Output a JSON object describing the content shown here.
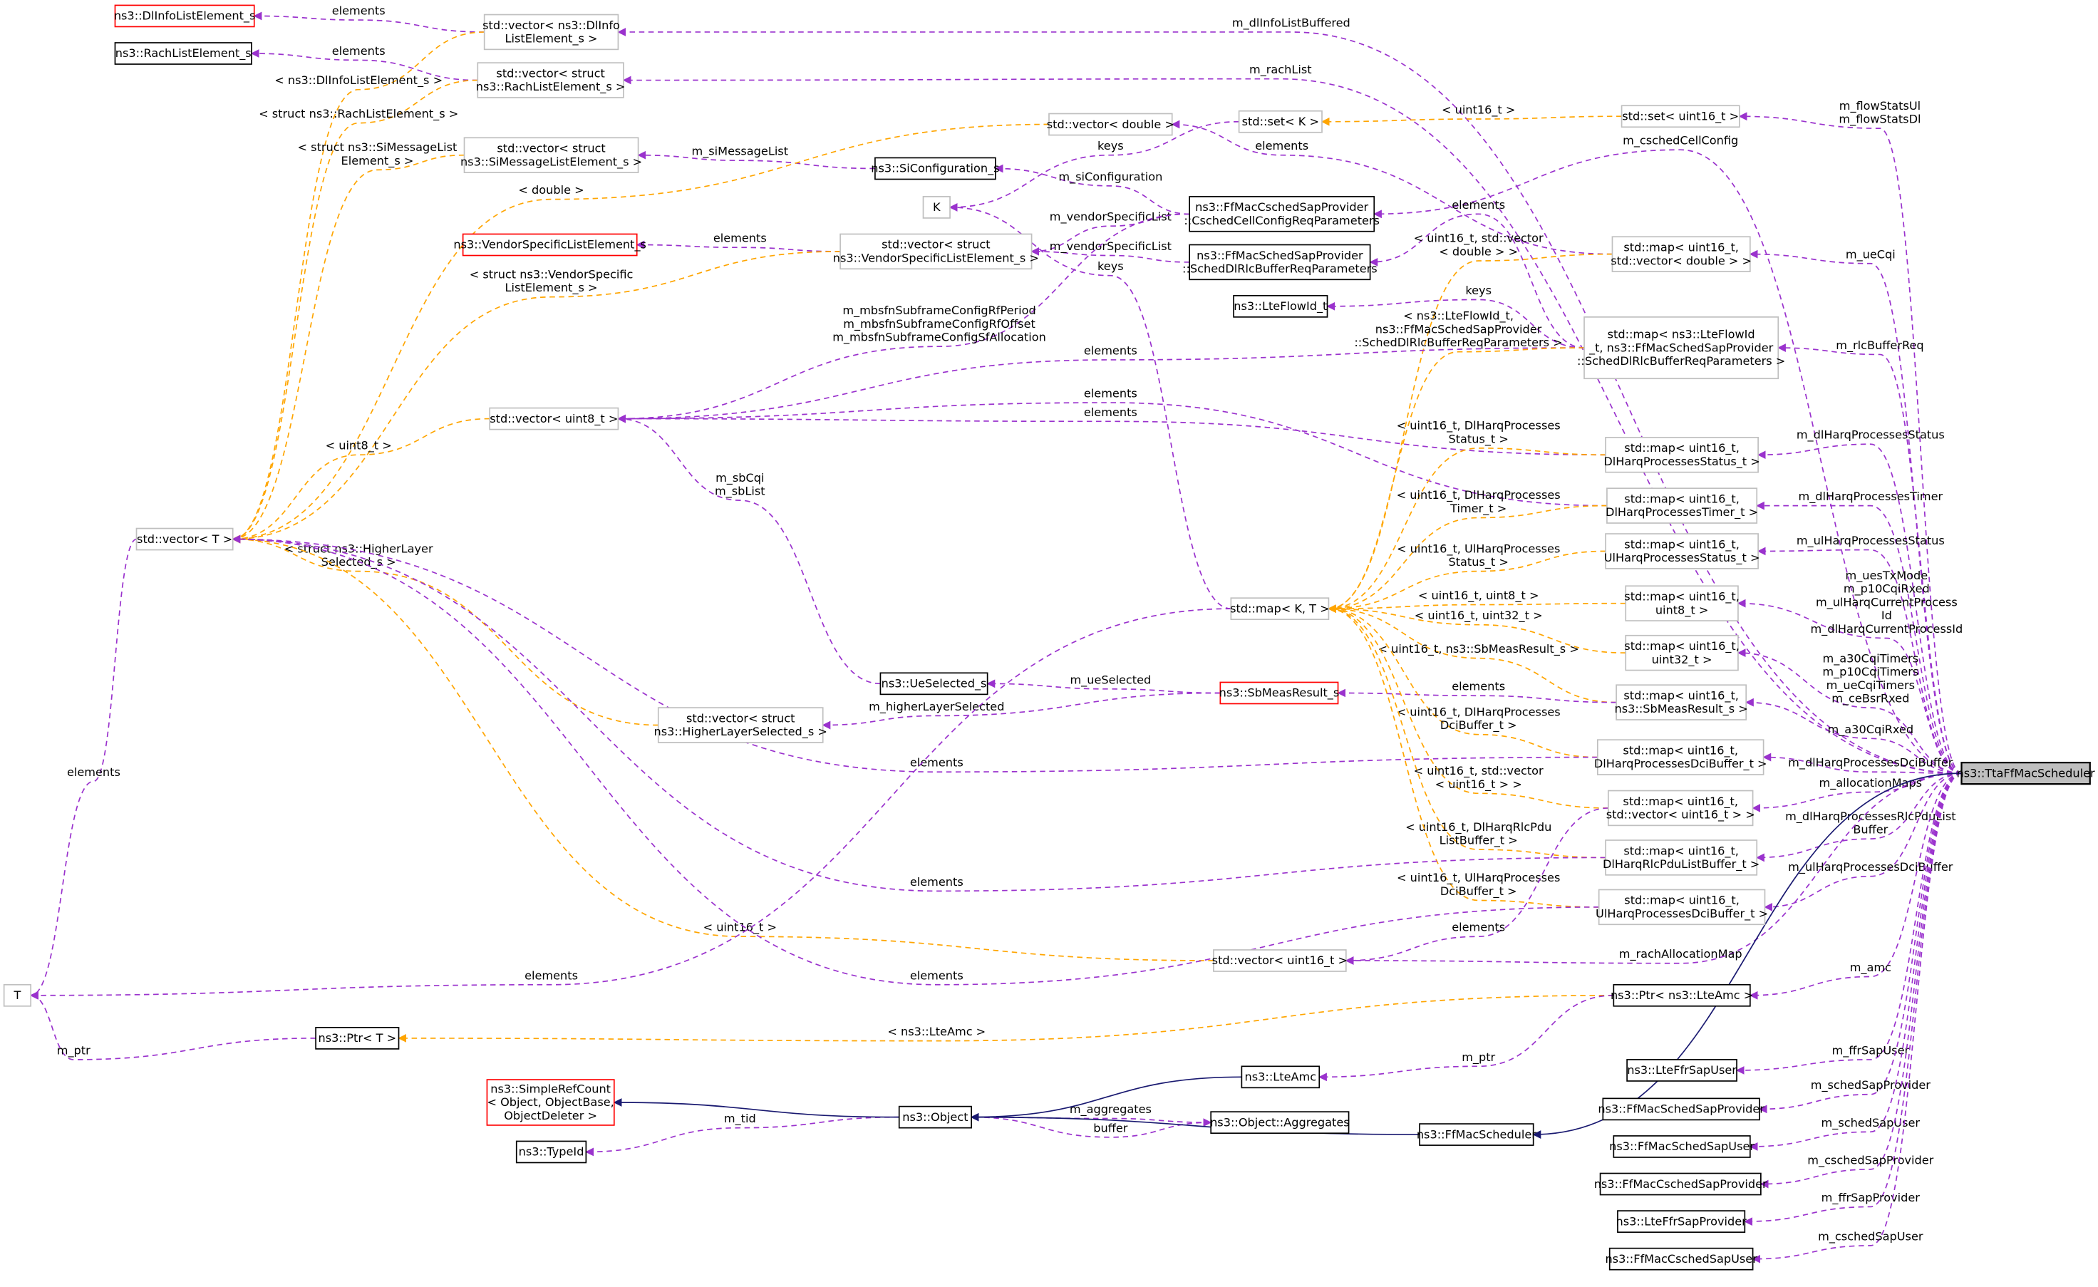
{
  "colors": {
    "member": "#9a32cd",
    "template": "#ffa500",
    "inherit": "#191970",
    "incomplete": "#ff0000"
  },
  "nodes": [
    {
      "id": "n1",
      "kind": "red",
      "lines": [
        "ns3::DlInfoListElement_s"
      ]
    },
    {
      "id": "n2",
      "kind": "black",
      "lines": [
        "ns3::RachListElement_s"
      ]
    },
    {
      "id": "n3",
      "kind": "gray",
      "lines": [
        "std::vector< ns3::DlInfo",
        "ListElement_s >"
      ]
    },
    {
      "id": "n4",
      "kind": "gray",
      "lines": [
        "std::vector< struct",
        "ns3::RachListElement_s >"
      ]
    },
    {
      "id": "n5",
      "kind": "gray",
      "lines": [
        "std::vector< struct",
        "ns3::SiMessageListElement_s >"
      ]
    },
    {
      "id": "n6",
      "kind": "gray",
      "lines": [
        "std::vector< double >"
      ]
    },
    {
      "id": "n7",
      "kind": "gray",
      "lines": [
        "std::set< K >"
      ]
    },
    {
      "id": "n8",
      "kind": "gray",
      "lines": [
        "std::set< uint16_t >"
      ]
    },
    {
      "id": "n9",
      "kind": "black",
      "lines": [
        "ns3::SiConfiguration_s"
      ]
    },
    {
      "id": "n10",
      "kind": "gray",
      "lines": [
        "K"
      ]
    },
    {
      "id": "n11",
      "kind": "black",
      "lines": [
        "ns3::FfMacCschedSapProvider",
        "::CschedCellConfigReqParameters"
      ]
    },
    {
      "id": "n12",
      "kind": "red",
      "lines": [
        "ns3::VendorSpecificListElement_s"
      ]
    },
    {
      "id": "n13",
      "kind": "gray",
      "lines": [
        "std::vector< struct",
        "ns3::VendorSpecificListElement_s >"
      ]
    },
    {
      "id": "n14",
      "kind": "black",
      "lines": [
        "ns3::FfMacSchedSapProvider",
        "::SchedDlRlcBufferReqParameters"
      ]
    },
    {
      "id": "n15",
      "kind": "gray",
      "lines": [
        "std::map< uint16_t,",
        "std::vector< double > >"
      ]
    },
    {
      "id": "n16",
      "kind": "black",
      "lines": [
        "ns3::LteFlowId_t"
      ]
    },
    {
      "id": "n17",
      "kind": "gray",
      "lines": [
        "std::map< ns3::LteFlowId",
        "_t, ns3::FfMacSchedSapProvider",
        "::SchedDlRlcBufferReqParameters >"
      ]
    },
    {
      "id": "n18",
      "kind": "gray",
      "lines": [
        "std::vector< uint8_t >"
      ]
    },
    {
      "id": "n19",
      "kind": "gray",
      "lines": [
        "std::map< uint16_t,",
        "DlHarqProcessesStatus_t >"
      ]
    },
    {
      "id": "n20",
      "kind": "gray",
      "lines": [
        "std::map< uint16_t,",
        "DlHarqProcessesTimer_t >"
      ]
    },
    {
      "id": "n21",
      "kind": "gray",
      "lines": [
        "std::vector< T >"
      ]
    },
    {
      "id": "n22",
      "kind": "gray",
      "lines": [
        "std::map< uint16_t,",
        "UlHarqProcessesStatus_t >"
      ]
    },
    {
      "id": "n23",
      "kind": "gray",
      "lines": [
        "std::map< K, T >"
      ]
    },
    {
      "id": "n24",
      "kind": "gray",
      "lines": [
        "std::map< uint16_t,",
        "uint8_t >"
      ]
    },
    {
      "id": "n25",
      "kind": "gray",
      "lines": [
        "std::map< uint16_t,",
        "uint32_t >"
      ]
    },
    {
      "id": "n26",
      "kind": "black",
      "lines": [
        "ns3::UeSelected_s"
      ]
    },
    {
      "id": "n27",
      "kind": "red",
      "lines": [
        "ns3::SbMeasResult_s"
      ]
    },
    {
      "id": "n28",
      "kind": "gray",
      "lines": [
        "std::map< uint16_t,",
        "ns3::SbMeasResult_s >"
      ]
    },
    {
      "id": "n29",
      "kind": "gray",
      "lines": [
        "std::vector< struct",
        "ns3::HigherLayerSelected_s >"
      ]
    },
    {
      "id": "n30",
      "kind": "gray",
      "lines": [
        "std::map< uint16_t,",
        "DlHarqProcessesDciBuffer_t >"
      ]
    },
    {
      "id": "n31",
      "kind": "main",
      "lines": [
        "ns3::TtaFfMacScheduler"
      ]
    },
    {
      "id": "n32",
      "kind": "gray",
      "lines": [
        "std::map< uint16_t,",
        "std::vector< uint16_t > >"
      ]
    },
    {
      "id": "n33",
      "kind": "gray",
      "lines": [
        "std::map< uint16_t,",
        "DlHarqRlcPduListBuffer_t >"
      ]
    },
    {
      "id": "n34",
      "kind": "gray",
      "lines": [
        "std::map< uint16_t,",
        "UlHarqProcessesDciBuffer_t >"
      ]
    },
    {
      "id": "n35",
      "kind": "gray",
      "lines": [
        "std::vector< uint16_t >"
      ]
    },
    {
      "id": "n36",
      "kind": "gray",
      "lines": [
        "T"
      ]
    },
    {
      "id": "n37",
      "kind": "black",
      "lines": [
        "ns3::Ptr< ns3::LteAmc >"
      ]
    },
    {
      "id": "n38",
      "kind": "black",
      "lines": [
        "ns3::Ptr< T >"
      ]
    },
    {
      "id": "n39",
      "kind": "black",
      "lines": [
        "ns3::LteFfrSapUser"
      ]
    },
    {
      "id": "n40",
      "kind": "red",
      "lines": [
        "ns3::SimpleRefCount",
        "< Object, ObjectBase,",
        "ObjectDeleter >"
      ]
    },
    {
      "id": "n41",
      "kind": "black",
      "lines": [
        "ns3::LteAmc"
      ]
    },
    {
      "id": "n42",
      "kind": "black",
      "lines": [
        "ns3::FfMacSchedSapProvider"
      ]
    },
    {
      "id": "n43",
      "kind": "black",
      "lines": [
        "ns3::Object"
      ]
    },
    {
      "id": "n44",
      "kind": "black",
      "lines": [
        "ns3::Object::Aggregates"
      ]
    },
    {
      "id": "n45",
      "kind": "black",
      "lines": [
        "ns3::FfMacScheduler"
      ]
    },
    {
      "id": "n46",
      "kind": "black",
      "lines": [
        "ns3::FfMacSchedSapUser"
      ]
    },
    {
      "id": "n47",
      "kind": "black",
      "lines": [
        "ns3::TypeId"
      ]
    },
    {
      "id": "n48",
      "kind": "black",
      "lines": [
        "ns3::FfMacCschedSapProvider"
      ]
    },
    {
      "id": "n49",
      "kind": "black",
      "lines": [
        "ns3::LteFfrSapProvider"
      ]
    },
    {
      "id": "n50",
      "kind": "black",
      "lines": [
        "ns3::FfMacCschedSapUser"
      ]
    }
  ],
  "edges": [
    {
      "from": "n3",
      "to": "n1",
      "type": "member",
      "label": [
        "elements"
      ]
    },
    {
      "from": "n4",
      "to": "n2",
      "type": "member",
      "label": [
        "elements"
      ]
    },
    {
      "from": "n31",
      "to": "n3",
      "type": "member",
      "label": [
        "m_dlInfoListBuffered"
      ]
    },
    {
      "from": "n31",
      "to": "n4",
      "type": "member",
      "label": [
        "m_rachList"
      ]
    },
    {
      "from": "n3",
      "to": "n21",
      "type": "template",
      "label": [
        "< ns3::DlInfoListElement_s >"
      ]
    },
    {
      "from": "n4",
      "to": "n21",
      "type": "template",
      "label": [
        "< struct ns3::RachListElement_s >"
      ]
    },
    {
      "from": "n8",
      "to": "n7",
      "type": "template",
      "label": [
        "< uint16_t >"
      ]
    },
    {
      "from": "n31",
      "to": "n8",
      "type": "member",
      "label": [
        "m_flowStatsUl",
        "m_flowStatsDl"
      ]
    },
    {
      "from": "n31",
      "to": "n11",
      "type": "member",
      "label": [
        "m_cschedCellConfig"
      ]
    },
    {
      "from": "n15",
      "to": "n6",
      "type": "member",
      "label": [
        "elements"
      ]
    },
    {
      "from": "n7",
      "to": "n10",
      "type": "member",
      "label": [
        "keys"
      ]
    },
    {
      "from": "n9",
      "to": "n5",
      "type": "member",
      "label": [
        "m_siMessageList"
      ]
    },
    {
      "from": "n5",
      "to": "n21",
      "type": "template",
      "label": [
        "< struct ns3::SiMessageList",
        "Element_s >"
      ]
    },
    {
      "from": "n6",
      "to": "n21",
      "type": "template",
      "label": [
        "< double >"
      ]
    },
    {
      "from": "n11",
      "to": "n9",
      "type": "member",
      "label": [
        "m_siConfiguration"
      ]
    },
    {
      "from": "n11",
      "to": "n13",
      "type": "member",
      "label": [
        "m_vendorSpecificList"
      ]
    },
    {
      "from": "n14",
      "to": "n13",
      "type": "member",
      "label": [
        "m_vendorSpecificList"
      ]
    },
    {
      "from": "n23",
      "to": "n10",
      "type": "member",
      "label": [
        "keys"
      ]
    },
    {
      "from": "n13",
      "to": "n12",
      "type": "member",
      "label": [
        "elements"
      ]
    },
    {
      "from": "n17",
      "to": "n14",
      "type": "member",
      "label": [
        "elements"
      ]
    },
    {
      "from": "n13",
      "to": "n21",
      "type": "template",
      "label": [
        "< struct ns3::VendorSpecific",
        "ListElement_s >"
      ]
    },
    {
      "from": "n15",
      "to": "n23",
      "type": "template",
      "label": [
        "< uint16_t, std::vector",
        "< double > >"
      ]
    },
    {
      "from": "n17",
      "to": "n16",
      "type": "member",
      "label": [
        "keys"
      ]
    },
    {
      "from": "n31",
      "to": "n15",
      "type": "member",
      "label": [
        "m_ueCqi"
      ]
    },
    {
      "from": "n11",
      "to": "n18",
      "type": "member",
      "label": [
        "m_mbsfnSubframeConfigRfPeriod",
        "m_mbsfnSubframeConfigRfOffset",
        "m_mbsfnSubframeConfigSfAllocation"
      ]
    },
    {
      "from": "n17",
      "to": "n18",
      "type": "member",
      "label": [
        "elements"
      ]
    },
    {
      "from": "n17",
      "to": "n23",
      "type": "template",
      "label": [
        "< ns3::LteFlowId_t,",
        "ns3::FfMacSchedSapProvider",
        "::SchedDlRlcBufferReqParameters >"
      ]
    },
    {
      "from": "n31",
      "to": "n17",
      "type": "member",
      "label": [
        "m_rlcBufferReq"
      ]
    },
    {
      "from": "n20",
      "to": "n18",
      "type": "member",
      "label": [
        "elements"
      ]
    },
    {
      "from": "n19",
      "to": "n18",
      "type": "member",
      "label": [
        "elements"
      ]
    },
    {
      "from": "n18",
      "to": "n21",
      "type": "template",
      "label": [
        "< uint8_t >"
      ]
    },
    {
      "from": "n26",
      "to": "n18",
      "type": "member",
      "label": [
        "m_sbCqi",
        "m_sbList"
      ]
    },
    {
      "from": "n19",
      "to": "n23",
      "type": "template",
      "label": [
        "< uint16_t, DlHarqProcesses",
        "Status_t >"
      ]
    },
    {
      "from": "n31",
      "to": "n19",
      "type": "member",
      "label": [
        "m_dlHarqProcessesStatus"
      ]
    },
    {
      "from": "n20",
      "to": "n23",
      "type": "template",
      "label": [
        "< uint16_t, DlHarqProcesses",
        "Timer_t >"
      ]
    },
    {
      "from": "n31",
      "to": "n20",
      "type": "member",
      "label": [
        "m_dlHarqProcessesTimer"
      ]
    },
    {
      "from": "n22",
      "to": "n23",
      "type": "template",
      "label": [
        "< uint16_t, UlHarqProcesses",
        "Status_t >"
      ]
    },
    {
      "from": "n31",
      "to": "n22",
      "type": "member",
      "label": [
        "m_ulHarqProcessesStatus"
      ]
    },
    {
      "from": "n29",
      "to": "n21",
      "type": "template",
      "label": [
        "< struct ns3::HigherLayer",
        "Selected_s >"
      ]
    },
    {
      "from": "n24",
      "to": "n23",
      "type": "template",
      "label": [
        "< uint16_t, uint8_t >"
      ]
    },
    {
      "from": "n31",
      "to": "n24",
      "type": "member",
      "label": [
        "m_uesTxMode",
        "m_p10CqiRxed",
        "m_ulHarqCurrentProcess",
        "Id",
        "m_dlHarqCurrentProcessId"
      ]
    },
    {
      "from": "n25",
      "to": "n23",
      "type": "template",
      "label": [
        "< uint16_t, uint32_t >"
      ]
    },
    {
      "from": "n31",
      "to": "n25",
      "type": "member",
      "label": [
        "m_a30CqiTimers",
        "m_p10CqiTimers",
        "m_ueCqiTimers",
        "m_ceBsrRxed"
      ]
    },
    {
      "from": "n28",
      "to": "n23",
      "type": "template",
      "label": [
        "< uint16_t, ns3::SbMeasResult_s >"
      ]
    },
    {
      "from": "n28",
      "to": "n27",
      "type": "member",
      "label": [
        "elements"
      ]
    },
    {
      "from": "n27",
      "to": "n26",
      "type": "member",
      "label": [
        "m_ueSelected"
      ]
    },
    {
      "from": "n27",
      "to": "n29",
      "type": "member",
      "label": [
        "m_higherLayerSelected"
      ]
    },
    {
      "from": "n31",
      "to": "n28",
      "type": "member",
      "label": [
        "m_a30CqiRxed"
      ]
    },
    {
      "from": "n30",
      "to": "n23",
      "type": "template",
      "label": [
        "< uint16_t, DlHarqProcesses",
        "DciBuffer_t >"
      ]
    },
    {
      "from": "n30",
      "to": "n21",
      "type": "member",
      "label": [
        "elements"
      ]
    },
    {
      "from": "n31",
      "to": "n30",
      "type": "member",
      "label": [
        "m_dlHarqProcessesDciBuffer"
      ]
    },
    {
      "from": "n32",
      "to": "n23",
      "type": "template",
      "label": [
        "< uint16_t, std::vector",
        "< uint16_t > >"
      ]
    },
    {
      "from": "n31",
      "to": "n32",
      "type": "member",
      "label": [
        "m_allocationMaps"
      ]
    },
    {
      "from": "n33",
      "to": "n23",
      "type": "template",
      "label": [
        "< uint16_t, DlHarqRlcPdu",
        "ListBuffer_t >"
      ]
    },
    {
      "from": "n31",
      "to": "n33",
      "type": "member",
      "label": [
        "m_dlHarqProcessesRlcPduList",
        "Buffer"
      ]
    },
    {
      "from": "n34",
      "to": "n23",
      "type": "template",
      "label": [
        "< uint16_t, UlHarqProcesses",
        "DciBuffer_t >"
      ]
    },
    {
      "from": "n31",
      "to": "n34",
      "type": "member",
      "label": [
        "m_ulHarqProcessesDciBuffer"
      ]
    },
    {
      "from": "n33",
      "to": "n21",
      "type": "member",
      "label": [
        "elements"
      ]
    },
    {
      "from": "n32",
      "to": "n35",
      "type": "member",
      "label": [
        "elements"
      ]
    },
    {
      "from": "n35",
      "to": "n21",
      "type": "template",
      "label": [
        "< uint16_t >"
      ]
    },
    {
      "from": "n31",
      "to": "n35",
      "type": "member",
      "label": [
        "m_rachAllocationMap"
      ]
    },
    {
      "from": "n34",
      "to": "n21",
      "type": "member",
      "label": [
        "elements"
      ]
    },
    {
      "from": "n23",
      "to": "n36",
      "type": "member",
      "label": [
        "elements"
      ]
    },
    {
      "from": "n21",
      "to": "n36",
      "type": "member",
      "label": [
        "elements"
      ]
    },
    {
      "from": "n31",
      "to": "n37",
      "type": "member",
      "label": [
        "m_amc"
      ]
    },
    {
      "from": "n37",
      "to": "n38",
      "type": "template",
      "label": [
        "< ns3::LteAmc >"
      ]
    },
    {
      "from": "n38",
      "to": "n36",
      "type": "member",
      "label": [
        "m_ptr"
      ]
    },
    {
      "from": "n37",
      "to": "n41",
      "type": "member",
      "label": [
        "m_ptr"
      ]
    },
    {
      "from": "n31",
      "to": "n39",
      "type": "member",
      "label": [
        "m_ffrSapUser"
      ]
    },
    {
      "from": "n31",
      "to": "n42",
      "type": "member",
      "label": [
        "m_schedSapProvider"
      ]
    },
    {
      "from": "n31",
      "to": "n46",
      "type": "member",
      "label": [
        "m_schedSapUser"
      ]
    },
    {
      "from": "n31",
      "to": "n48",
      "type": "member",
      "label": [
        "m_cschedSapProvider"
      ]
    },
    {
      "from": "n31",
      "to": "n49",
      "type": "member",
      "label": [
        "m_ffrSapProvider"
      ]
    },
    {
      "from": "n31",
      "to": "n50",
      "type": "member",
      "label": [
        "m_cschedSapUser"
      ]
    },
    {
      "from": "n43",
      "to": "n44",
      "type": "member",
      "label": [
        "m_aggregates"
      ]
    },
    {
      "from": "n44",
      "to": "n43",
      "type": "member",
      "label": [
        "buffer"
      ]
    },
    {
      "from": "n43",
      "to": "n47",
      "type": "member",
      "label": [
        "m_tid"
      ]
    },
    {
      "from": "n43",
      "to": "n40",
      "type": "inherit",
      "label": []
    },
    {
      "from": "n41",
      "to": "n43",
      "type": "inherit",
      "label": []
    },
    {
      "from": "n45",
      "to": "n43",
      "type": "inherit",
      "label": []
    },
    {
      "from": "n31",
      "to": "n45",
      "type": "inherit",
      "label": []
    }
  ]
}
